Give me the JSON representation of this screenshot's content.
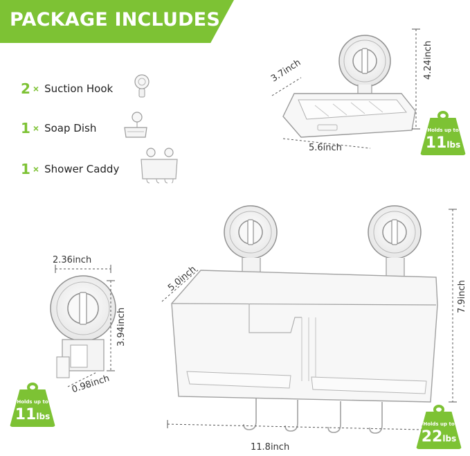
{
  "title": "PACKAGE INCLUDES",
  "package_items": [
    {
      "qty": "2",
      "times": "×",
      "label": "Suction Hook",
      "icon": "suction-hook-icon"
    },
    {
      "qty": "1",
      "times": "×",
      "label": "Soap Dish",
      "icon": "soap-dish-icon"
    },
    {
      "qty": "1",
      "times": "×",
      "label": "Shower Caddy",
      "icon": "shower-caddy-icon"
    }
  ],
  "soap_dish": {
    "width": "3.7inch",
    "length": "5.6inch",
    "height": "4.24inch"
  },
  "hook": {
    "width": "2.36inch",
    "height": "3.94inch",
    "depth": "0.98inch"
  },
  "caddy": {
    "depth": "5.0inch",
    "height": "7.9inch",
    "length": "11.8inch"
  },
  "badges": {
    "soap_dish": {
      "top": "Holds up to",
      "number": "11",
      "unit": "lbs"
    },
    "hook": {
      "top": "Holds up to",
      "number": "11",
      "unit": "lbs"
    },
    "caddy": {
      "top": "Holds up to",
      "number": "22",
      "unit": "lbs"
    }
  },
  "colors": {
    "accent": "#7dc234",
    "outline": "#9a9a9a",
    "dimension_line": "#555555"
  }
}
